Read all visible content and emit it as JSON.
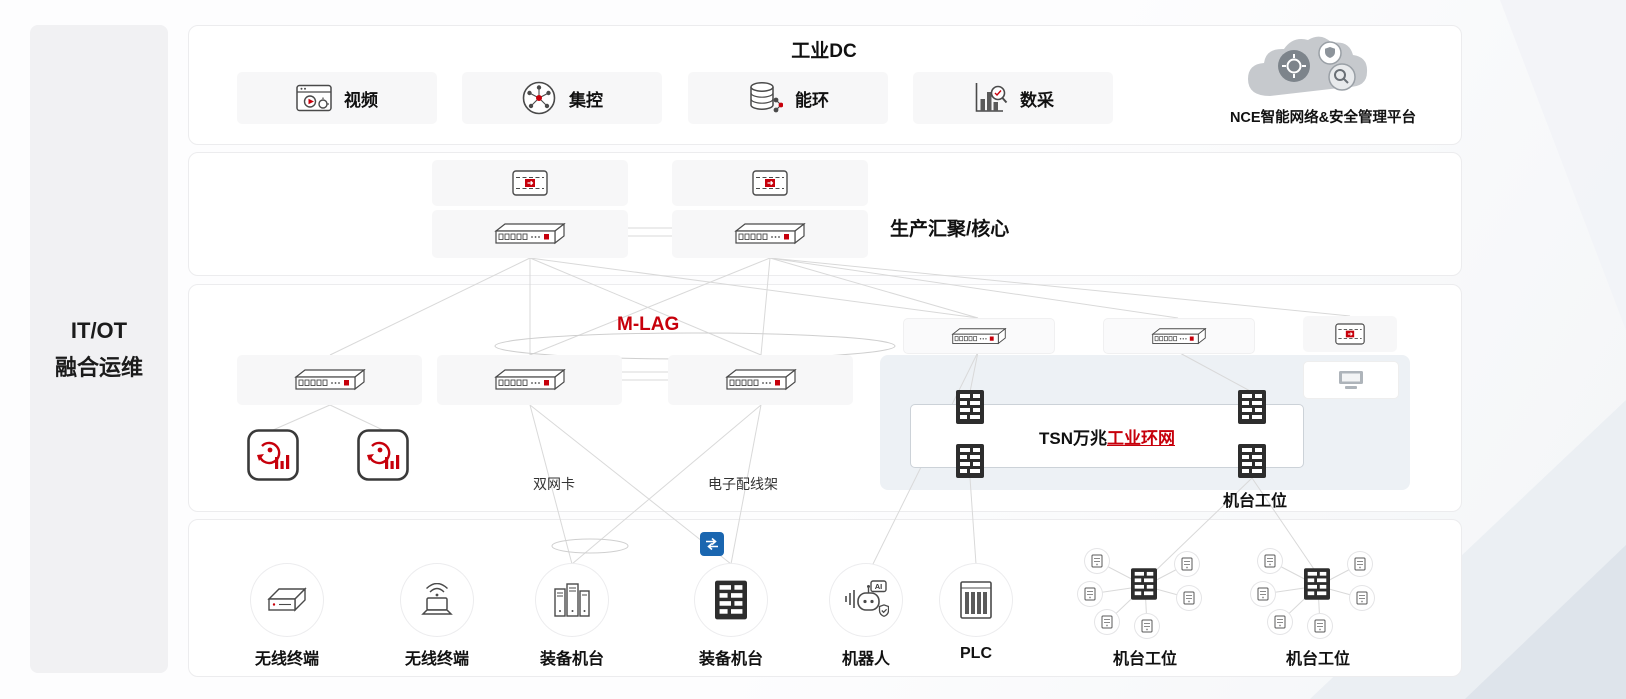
{
  "sidebar": {
    "line1": "IT/OT",
    "line2": "融合运维"
  },
  "top": {
    "title": "工业DC",
    "items": [
      {
        "label": "视频",
        "icon": "video-icon"
      },
      {
        "label": "集控",
        "icon": "central-control-icon"
      },
      {
        "label": "能环",
        "icon": "energy-env-icon"
      },
      {
        "label": "数采",
        "icon": "data-collection-icon"
      }
    ],
    "cloud_label": "NCE智能网络&安全管理平台"
  },
  "core": {
    "title": "生产汇聚/核心"
  },
  "mlag": {
    "label": "M-LAG",
    "nic": "双网卡",
    "patch": "电子配线架",
    "tsn_black": "TSN万兆",
    "tsn_red": "工业环网",
    "station": "机台工位"
  },
  "bottom": {
    "items": [
      {
        "label": "无线终端",
        "icon": "wireless-device-icon"
      },
      {
        "label": "无线终端",
        "icon": "laptop-icon"
      },
      {
        "label": "装备机台",
        "icon": "equipment-rack-icon"
      },
      {
        "label": "装备机台",
        "icon": "server-front-icon"
      },
      {
        "label": "机器人",
        "icon": "robot-icon"
      },
      {
        "label": "PLC",
        "icon": "plc-icon"
      },
      {
        "label": "机台工位",
        "icon": "station-cluster-icon"
      },
      {
        "label": "机台工位",
        "icon": "station-cluster-icon"
      }
    ]
  },
  "colors": {
    "red": "#C7000B",
    "blue": "#1A66B0",
    "line": "#D9D9D9"
  }
}
